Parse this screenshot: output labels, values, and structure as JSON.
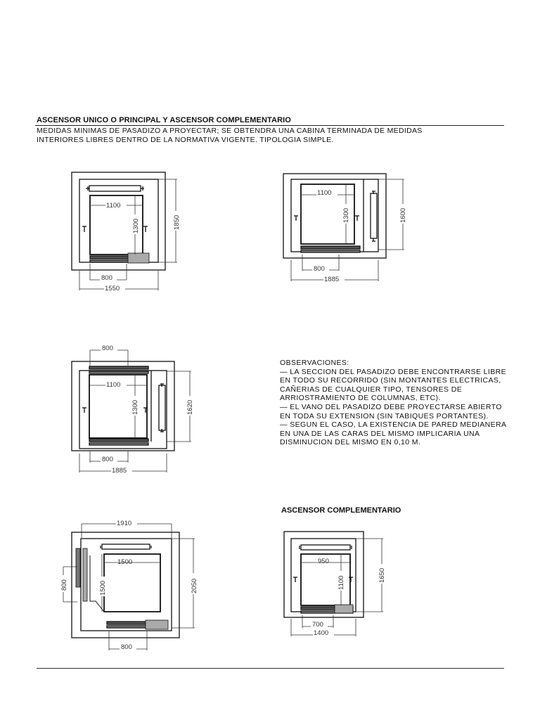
{
  "header": {
    "title": "ASCENSOR UNICO O PRINCIPAL Y ASCENSOR COMPLEMENTARIO",
    "subtitle_lines": [
      "MEDIDAS MINIMAS DE PASADIZO A PROYECTAR; SE OBTENDRA UNA CABINA TERMINADA DE MEDIDAS",
      "INTERIORES LIBRES DENTRO DE LA NORMATIVA VIGENTE. TIPOLOGIA SIMPLE."
    ]
  },
  "drawings": {
    "plan1": {
      "cabin_width": "1100",
      "cabin_depth": "1300",
      "shaft_depth": "1850",
      "door_width": "800",
      "shaft_width": "1550"
    },
    "plan2": {
      "cabin_width": "1100",
      "cabin_depth": "1300",
      "shaft_depth": "1600",
      "door_width": "800",
      "shaft_width": "1885"
    },
    "plan3": {
      "door_width_top": "800",
      "cabin_width": "1100",
      "cabin_depth": "1300",
      "shaft_depth": "1620",
      "door_width_bottom": "800",
      "shaft_width": "1885"
    },
    "plan4": {
      "shaft_width": "1910",
      "cabin_width": "1500",
      "cabin_depth": "1500",
      "side_door_width": "800",
      "shaft_depth": "2050",
      "door_width": "800"
    },
    "plan5": {
      "cabin_width": "950",
      "cabin_depth": "1100",
      "shaft_depth": "1650",
      "door_width": "700",
      "shaft_width": "1400"
    }
  },
  "observations": {
    "lines": [
      "OBSERVACIONES:",
      "— LA SECCION DEL PASADIZO DEBE ENCONTRARSE LIBRE",
      "EN TODO SU RECORRIDO (SIN MONTANTES ELECTRICAS,",
      "CAÑERIAS DE CUALQUIER TIPO, TENSORES DE",
      "ARRIOSTRAMIENTO DE COLUMNAS, ETC).",
      "— EL VANO DEL PASADIZO DEBE PROYECTARSE ABIERTO",
      "EN TODA SU EXTENSION (SIN TABIQUES PORTANTES).",
      "— SEGUN EL CASO, LA EXISTENCIA DE PARED MEDIANERA",
      "EN UNA DE LAS CARAS DEL MISMO IMPLICARIA UNA",
      "DISMINUCION DEL MISMO EN 0,10 M."
    ]
  },
  "complementary": {
    "title": "ASCENSOR COMPLEMENTARIO"
  },
  "colors": {
    "ink": "#111111",
    "dimension": "#333333",
    "background": "#ffffff"
  }
}
